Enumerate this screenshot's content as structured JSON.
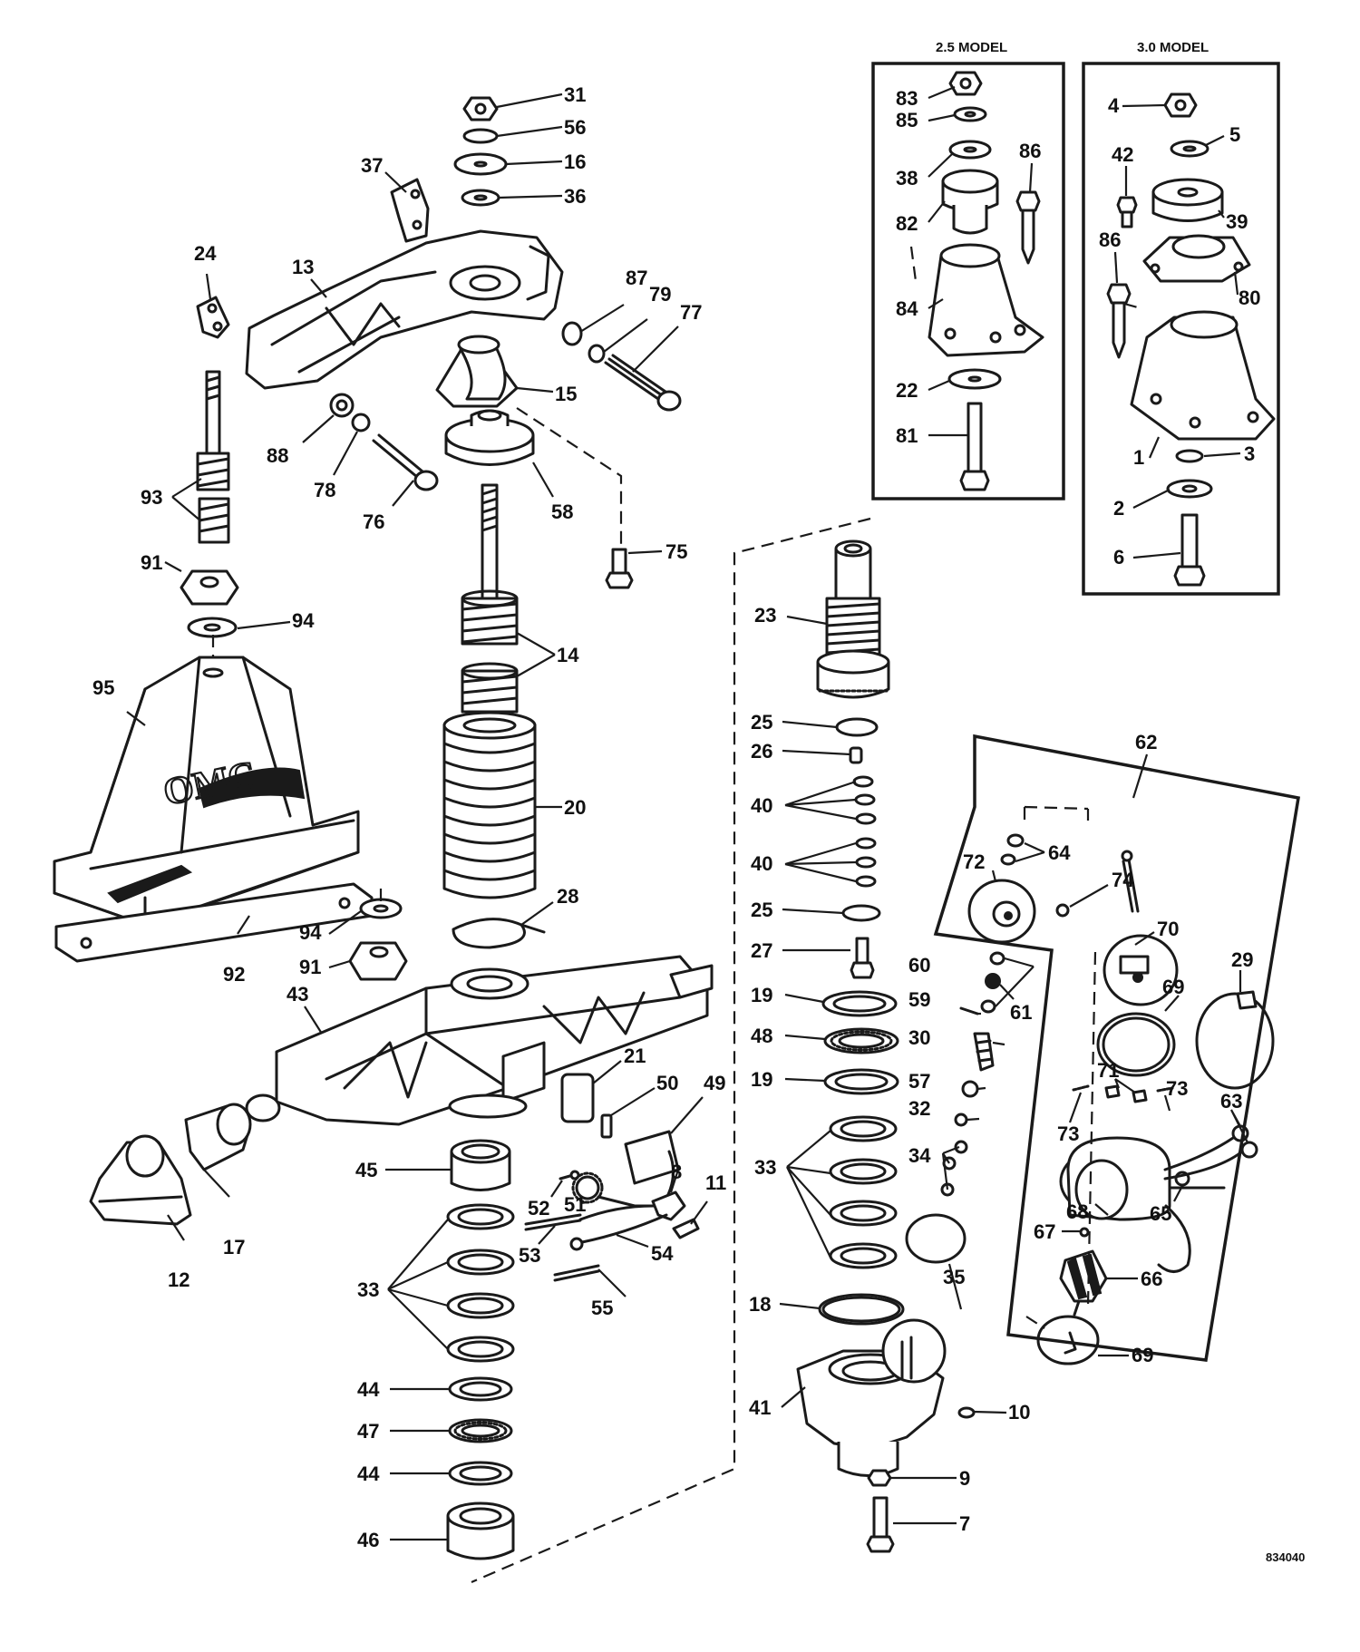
{
  "diagram": {
    "figure_code": "834040",
    "brand_mark": "OMC",
    "inset_left": {
      "title": "2.5 MODEL"
    },
    "inset_right": {
      "title": "3.0 MODEL"
    },
    "callouts": [
      {
        "id": "c31",
        "label": "31"
      },
      {
        "id": "c56",
        "label": "56"
      },
      {
        "id": "c16",
        "label": "16"
      },
      {
        "id": "c36",
        "label": "36"
      },
      {
        "id": "c37",
        "label": "37"
      },
      {
        "id": "c24",
        "label": "24"
      },
      {
        "id": "c13",
        "label": "13"
      },
      {
        "id": "c87",
        "label": "87"
      },
      {
        "id": "c79",
        "label": "79"
      },
      {
        "id": "c77",
        "label": "77"
      },
      {
        "id": "c15",
        "label": "15"
      },
      {
        "id": "c88",
        "label": "88"
      },
      {
        "id": "c78",
        "label": "78"
      },
      {
        "id": "c76",
        "label": "76"
      },
      {
        "id": "c58",
        "label": "58"
      },
      {
        "id": "c75",
        "label": "75"
      },
      {
        "id": "c93",
        "label": "93"
      },
      {
        "id": "c91a",
        "label": "91"
      },
      {
        "id": "c94a",
        "label": "94"
      },
      {
        "id": "c95",
        "label": "95"
      },
      {
        "id": "c14",
        "label": "14"
      },
      {
        "id": "c20",
        "label": "20"
      },
      {
        "id": "c28",
        "label": "28"
      },
      {
        "id": "c94b",
        "label": "94"
      },
      {
        "id": "c91b",
        "label": "91"
      },
      {
        "id": "c92",
        "label": "92"
      },
      {
        "id": "c43",
        "label": "43"
      },
      {
        "id": "c21",
        "label": "21"
      },
      {
        "id": "c50",
        "label": "50"
      },
      {
        "id": "c49",
        "label": "49"
      },
      {
        "id": "c45",
        "label": "45"
      },
      {
        "id": "c17",
        "label": "17"
      },
      {
        "id": "c12",
        "label": "12"
      },
      {
        "id": "c52",
        "label": "52"
      },
      {
        "id": "c51",
        "label": "51"
      },
      {
        "id": "c8",
        "label": "8"
      },
      {
        "id": "c11",
        "label": "11"
      },
      {
        "id": "c53",
        "label": "53"
      },
      {
        "id": "c54",
        "label": "54"
      },
      {
        "id": "c55",
        "label": "55"
      },
      {
        "id": "c33a",
        "label": "33"
      },
      {
        "id": "c44a",
        "label": "44"
      },
      {
        "id": "c47",
        "label": "47"
      },
      {
        "id": "c44b",
        "label": "44"
      },
      {
        "id": "c46",
        "label": "46"
      },
      {
        "id": "c23",
        "label": "23"
      },
      {
        "id": "c25a",
        "label": "25"
      },
      {
        "id": "c26",
        "label": "26"
      },
      {
        "id": "c40a",
        "label": "40"
      },
      {
        "id": "c40b",
        "label": "40"
      },
      {
        "id": "c25b",
        "label": "25"
      },
      {
        "id": "c27",
        "label": "27"
      },
      {
        "id": "c19a",
        "label": "19"
      },
      {
        "id": "c48",
        "label": "48"
      },
      {
        "id": "c19b",
        "label": "19"
      },
      {
        "id": "c33b",
        "label": "33"
      },
      {
        "id": "c18",
        "label": "18"
      },
      {
        "id": "c35",
        "label": "35"
      },
      {
        "id": "c41",
        "label": "41"
      },
      {
        "id": "c10",
        "label": "10"
      },
      {
        "id": "c9",
        "label": "9"
      },
      {
        "id": "c7",
        "label": "7"
      },
      {
        "id": "c62",
        "label": "62"
      },
      {
        "id": "c72",
        "label": "72"
      },
      {
        "id": "c64",
        "label": "64"
      },
      {
        "id": "c74",
        "label": "74"
      },
      {
        "id": "c70",
        "label": "70"
      },
      {
        "id": "c60",
        "label": "60"
      },
      {
        "id": "c61",
        "label": "61"
      },
      {
        "id": "c59",
        "label": "59"
      },
      {
        "id": "c30",
        "label": "30"
      },
      {
        "id": "c57",
        "label": "57"
      },
      {
        "id": "c32",
        "label": "32"
      },
      {
        "id": "c34",
        "label": "34"
      },
      {
        "id": "c29",
        "label": "29"
      },
      {
        "id": "c69a",
        "label": "69"
      },
      {
        "id": "c71",
        "label": "71"
      },
      {
        "id": "c73a",
        "label": "73"
      },
      {
        "id": "c73b",
        "label": "73"
      },
      {
        "id": "c63",
        "label": "63"
      },
      {
        "id": "c68",
        "label": "68"
      },
      {
        "id": "c65",
        "label": "65"
      },
      {
        "id": "c67",
        "label": "67"
      },
      {
        "id": "c66",
        "label": "66"
      },
      {
        "id": "c69b",
        "label": "69"
      },
      {
        "id": "c83",
        "label": "83"
      },
      {
        "id": "c85",
        "label": "85"
      },
      {
        "id": "c38",
        "label": "38"
      },
      {
        "id": "c86a",
        "label": "86"
      },
      {
        "id": "c82",
        "label": "82"
      },
      {
        "id": "c84",
        "label": "84"
      },
      {
        "id": "c22",
        "label": "22"
      },
      {
        "id": "c81",
        "label": "81"
      },
      {
        "id": "c4",
        "label": "4"
      },
      {
        "id": "c5",
        "label": "5"
      },
      {
        "id": "c42",
        "label": "42"
      },
      {
        "id": "c39",
        "label": "39"
      },
      {
        "id": "c86b",
        "label": "86"
      },
      {
        "id": "c80",
        "label": "80"
      },
      {
        "id": "c1",
        "label": "1"
      },
      {
        "id": "c3",
        "label": "3"
      },
      {
        "id": "c2",
        "label": "2"
      },
      {
        "id": "c6",
        "label": "6"
      }
    ]
  }
}
